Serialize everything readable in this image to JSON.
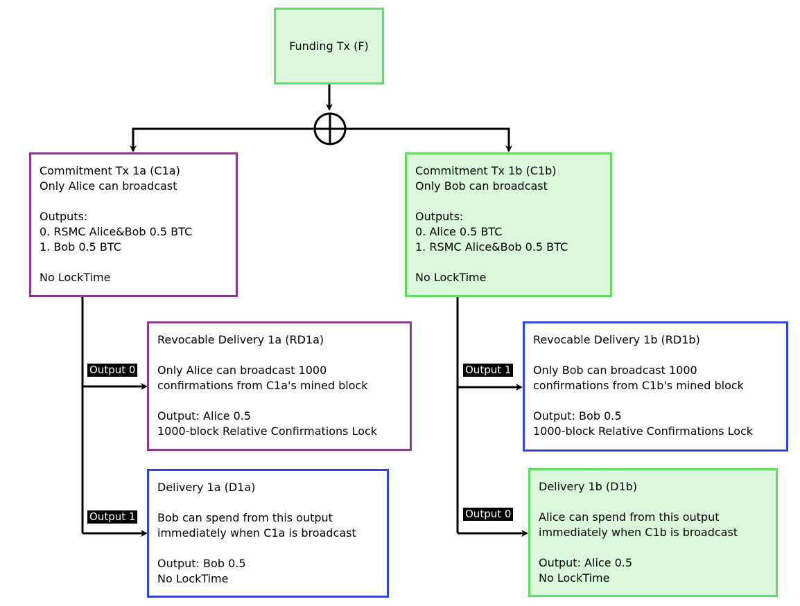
{
  "funding": {
    "label": "Funding Tx (F)"
  },
  "c1a": {
    "lines": [
      "Commitment Tx 1a (C1a)",
      "Only Alice can broadcast",
      "",
      "Outputs:",
      "0. RSMC Alice&Bob 0.5 BTC",
      "1. Bob 0.5 BTC",
      "",
      "No LockTime"
    ]
  },
  "c1b": {
    "lines": [
      "Commitment Tx 1b (C1b)",
      "Only Bob can broadcast",
      "",
      "Outputs:",
      "0. Alice 0.5 BTC",
      "1. RSMC Alice&Bob 0.5 BTC",
      "",
      "No LockTime"
    ]
  },
  "rd1a": {
    "lines": [
      "Revocable Delivery 1a (RD1a)",
      "",
      "Only Alice can broadcast 1000",
      "confirmations from C1a's mined block",
      "",
      "Output: Alice 0.5",
      "1000-block Relative Confirmations Lock"
    ]
  },
  "d1a": {
    "lines": [
      "Delivery 1a (D1a)",
      "",
      "Bob can spend from this output",
      "immediately when C1a is broadcast",
      "",
      "Output: Bob 0.5",
      "No LockTime"
    ]
  },
  "rd1b": {
    "lines": [
      "Revocable Delivery 1b (RD1b)",
      "",
      "Only Bob can broadcast 1000",
      "confirmations from C1b's mined block",
      "",
      "Output: Bob 0.5",
      "1000-block Relative Confirmations Lock"
    ]
  },
  "d1b": {
    "lines": [
      "Delivery 1b (D1b)",
      "",
      "Alice can spend from this output",
      "immediately when C1b is broadcast",
      "",
      "Output: Alice 0.5",
      "No LockTime"
    ]
  },
  "edges": {
    "c1a_output0": "Output 0",
    "c1a_output1": "Output 1",
    "c1b_output1": "Output 1",
    "c1b_output0": "Output 0"
  },
  "colors": {
    "purple_border": "#8a3c8a",
    "blue_border": "#3344dd",
    "green_border": "#5ee05e",
    "green_fill": "#dcf8dc"
  }
}
